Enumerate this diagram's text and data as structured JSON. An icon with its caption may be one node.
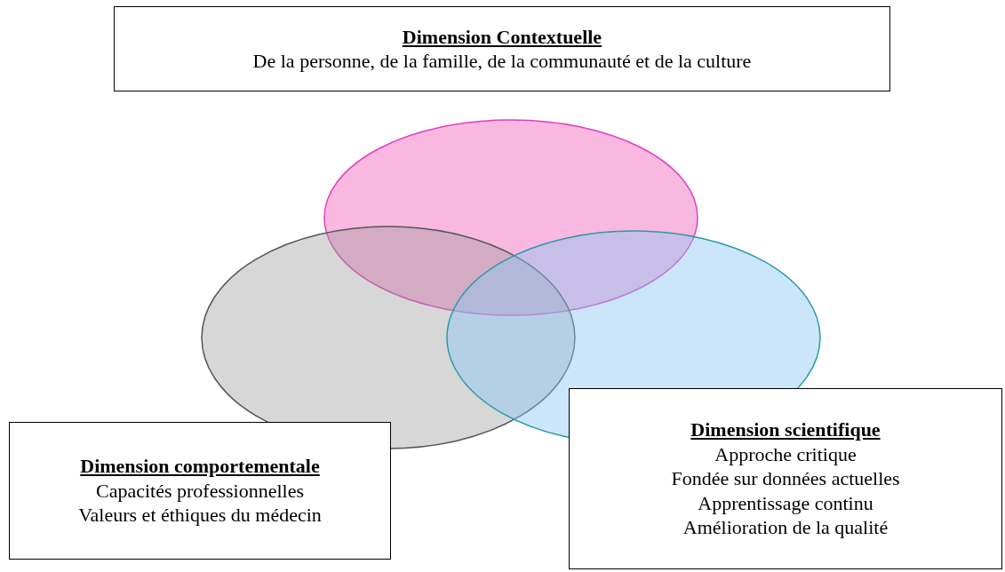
{
  "diagram": {
    "nodes": [
      {
        "text": [
          "Dimension Contextuelle",
          "De la personne, de la famille, de la communauté et de la culture"
        ]
      },
      {
        "text": [
          "Dimension comportementale",
          "Capacités professionnelles",
          "Valeurs et éthiques du médecin"
        ]
      },
      {
        "text": [
          "Dimension scientifique",
          "Approche critique",
          "Fondée sur données actuelles",
          "Apprentissage continu",
          "Amélioration de la qualité"
        ]
      }
    ]
  }
}
